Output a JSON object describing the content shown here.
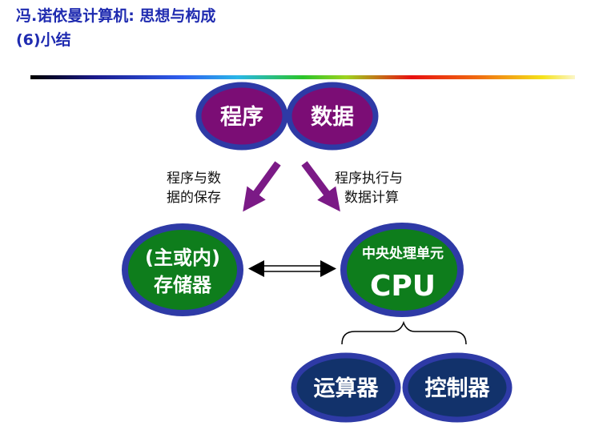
{
  "header": {
    "title": "冯.诺依曼计算机: 思想与构成",
    "subtitle": "(6)小结"
  },
  "nodes": {
    "program": "程序",
    "data": "数据",
    "storage_line1": "(主或内)",
    "storage_line2": "存储器",
    "cpu_line1": "中央处理单元",
    "cpu_line2": "CPU",
    "alu": "运算器",
    "controller": "控制器"
  },
  "edges": {
    "store_label_line1": "程序与数",
    "store_label_line2": "据的保存",
    "exec_label_line1": "程序执行与",
    "exec_label_line2": "数据计算"
  },
  "colors": {
    "title": "#1f2bb0",
    "ellipse_border": "#2e3aa6",
    "purple_fill": "#7b0d75",
    "green_fill": "#0e7d1c",
    "navy_fill": "#12326b",
    "arrow": "#7b1a86"
  }
}
